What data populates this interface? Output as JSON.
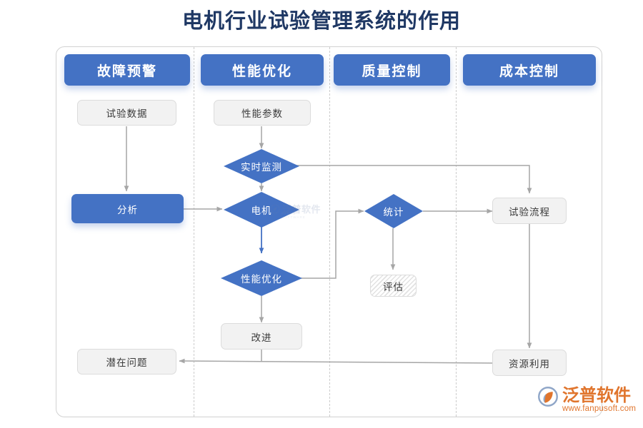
{
  "page": {
    "title": "电机行业试验管理系统的作用",
    "title_color": "#1F3864",
    "accent_color": "#4472C4",
    "node_fill": "#f2f2f2",
    "connector_color": "#a6a6a6",
    "background": "#ffffff"
  },
  "columns": [
    {
      "id": "fault",
      "header": "故障预警"
    },
    {
      "id": "performance",
      "header": "性能优化"
    },
    {
      "id": "quality",
      "header": "质量控制"
    },
    {
      "id": "cost",
      "header": "成本控制"
    }
  ],
  "nodes": {
    "test_data": {
      "label": "试验数据",
      "shape": "rounded-rect",
      "style": "light"
    },
    "analysis": {
      "label": "分析",
      "shape": "rounded-rect",
      "style": "blue"
    },
    "potential_issue": {
      "label": "潜在问题",
      "shape": "rounded-rect",
      "style": "light"
    },
    "perf_param": {
      "label": "性能参数",
      "shape": "rounded-rect",
      "style": "light"
    },
    "realtime_mon": {
      "label": "实时监测",
      "shape": "diamond",
      "style": "blue"
    },
    "motor": {
      "label": "电机",
      "shape": "diamond",
      "style": "blue"
    },
    "perf_opt": {
      "label": "性能优化",
      "shape": "diamond",
      "style": "blue"
    },
    "improve": {
      "label": "改进",
      "shape": "rounded-rect",
      "style": "light"
    },
    "statistics": {
      "label": "统计",
      "shape": "diamond",
      "style": "blue"
    },
    "evaluation": {
      "label": "评估",
      "shape": "rounded-rect",
      "style": "hatched"
    },
    "test_process": {
      "label": "试验流程",
      "shape": "rounded-rect",
      "style": "light"
    },
    "resource_use": {
      "label": "资源利用",
      "shape": "rounded-rect",
      "style": "light"
    }
  },
  "edges": [
    {
      "from": "test_data",
      "to": "analysis",
      "kind": "straight-down"
    },
    {
      "from": "analysis",
      "to": "motor",
      "kind": "straight-right"
    },
    {
      "from": "perf_param",
      "to": "realtime_mon",
      "kind": "straight-down"
    },
    {
      "from": "realtime_mon",
      "to": "motor",
      "kind": "straight-down"
    },
    {
      "from": "motor",
      "to": "perf_opt",
      "kind": "straight-down-blue"
    },
    {
      "from": "perf_opt",
      "to": "improve",
      "kind": "straight-down"
    },
    {
      "from": "perf_opt",
      "to": "statistics",
      "kind": "elbow-right-up"
    },
    {
      "from": "realtime_mon",
      "to": "test_process",
      "kind": "elbow-right-down"
    },
    {
      "from": "statistics",
      "to": "test_process",
      "kind": "straight-right"
    },
    {
      "from": "statistics",
      "to": "evaluation",
      "kind": "straight-down"
    },
    {
      "from": "test_process",
      "to": "resource_use",
      "kind": "straight-down"
    },
    {
      "from": "resource_use",
      "to": "potential_issue",
      "kind": "straight-left"
    },
    {
      "from": "improve",
      "to": "potential_issue",
      "kind": "join-left"
    }
  ],
  "watermark": {
    "text": "泛普软件",
    "sub": "FANPU SOFTWARE"
  },
  "logo": {
    "name": "泛普软件",
    "url": "www.fanpusoft.com",
    "color": "#E0752D"
  }
}
